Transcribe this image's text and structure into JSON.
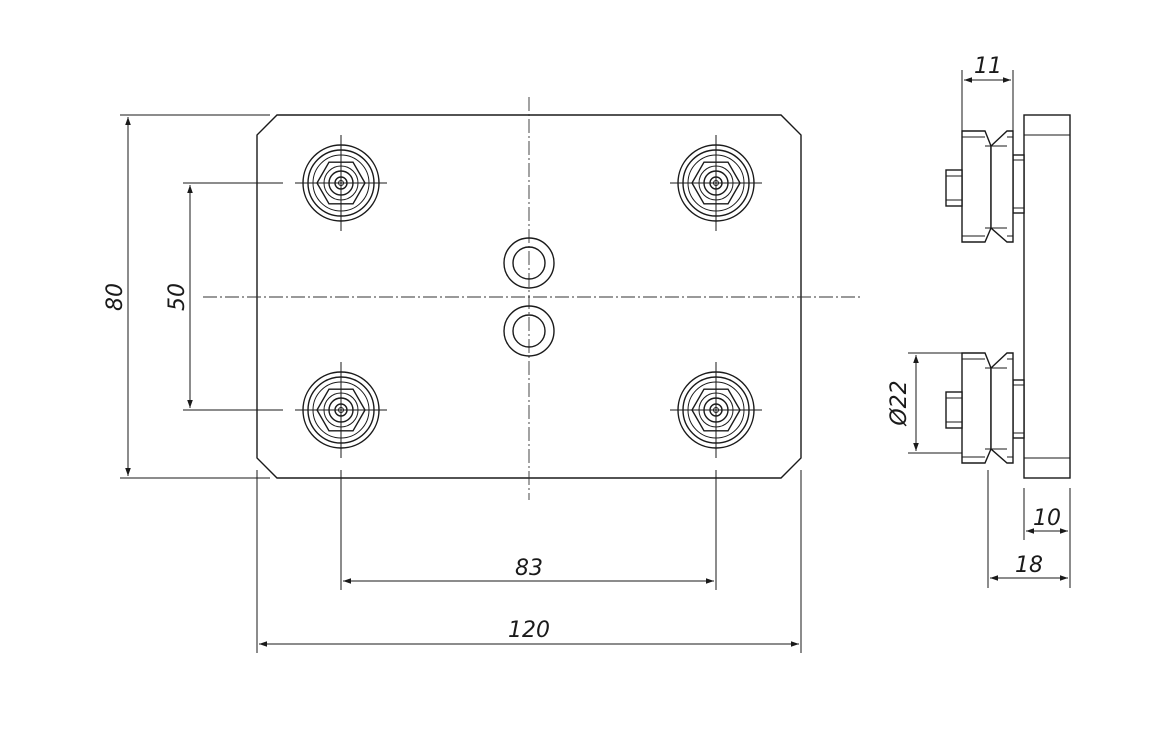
{
  "dimensions": {
    "height_overall": "80",
    "hole_spacing_vertical": "50",
    "hole_spacing_horizontal": "83",
    "width_overall": "120",
    "wheel_width": "11",
    "wheel_diameter": "Ø22",
    "plate_thickness": "10",
    "total_depth": "18"
  }
}
